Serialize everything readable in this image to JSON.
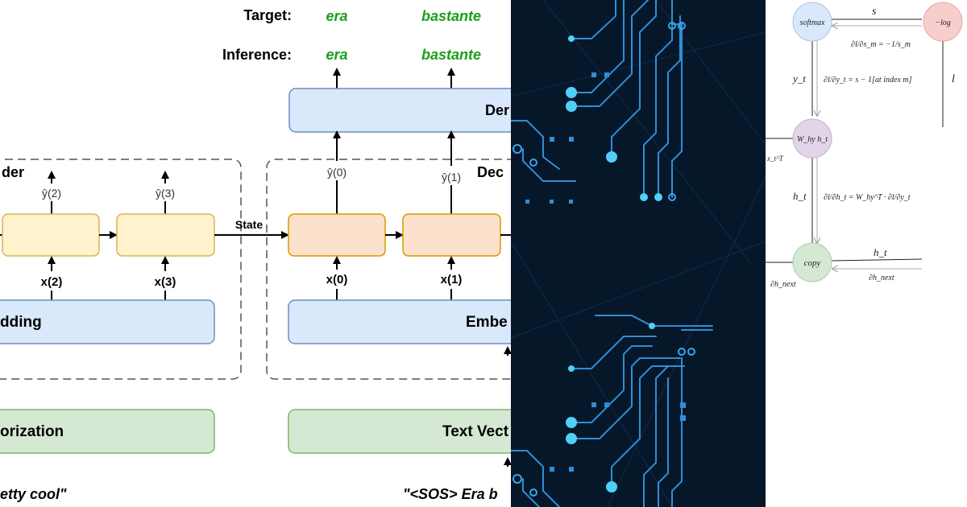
{
  "seq2seq": {
    "target_label": "Target:",
    "inference_label": "Inference:",
    "words": [
      "era",
      "bastante"
    ],
    "encoder_label": "der",
    "decoder_label": "Dec",
    "dense_label": "Der",
    "state_label": "State",
    "enc_outputs": [
      "ŷ(2)",
      "ŷ(3)"
    ],
    "enc_inputs": [
      "x(2)",
      "x(3)"
    ],
    "dec_outputs": [
      "ŷ(0)",
      "ŷ(1)"
    ],
    "dec_inputs": [
      "x(0)",
      "x(1)"
    ],
    "enc_embedding": "dding",
    "dec_embedding": "Embe",
    "enc_vectorization": "orization",
    "dec_vectorization": "Text Vect",
    "enc_sentence": "etty cool\"",
    "dec_sentence": "\"<SOS> Era b"
  },
  "backprop": {
    "softmax": "softmax",
    "neglog": "−log",
    "why": "W_hy h_t",
    "copy": "copy",
    "s": "s",
    "l": "l",
    "y_t": "y_t",
    "h_t": "h_t",
    "h_t_right": "h_t",
    "dh_next_left": "∂h_next",
    "dh_next_right": "∂h_next",
    "eq_ds": "∂l/∂s_m = −1/s_m",
    "eq_dy": "∂l/∂y_t = s − 1[at index m]",
    "eq_dh": "∂l/∂h_t = W_hy^T · ∂l/∂y_t",
    "edge_fragment": "x_t^T"
  },
  "colors": {
    "green_text": "#1a9e1a",
    "rnn_enc": "#fff2cc",
    "rnn_dec": "#fbe0cc",
    "embedding": "#dae8fc",
    "vectorize": "#d5e8d4",
    "circuit_bg": "#07172a",
    "circuit_line": "#3aa6e8"
  }
}
